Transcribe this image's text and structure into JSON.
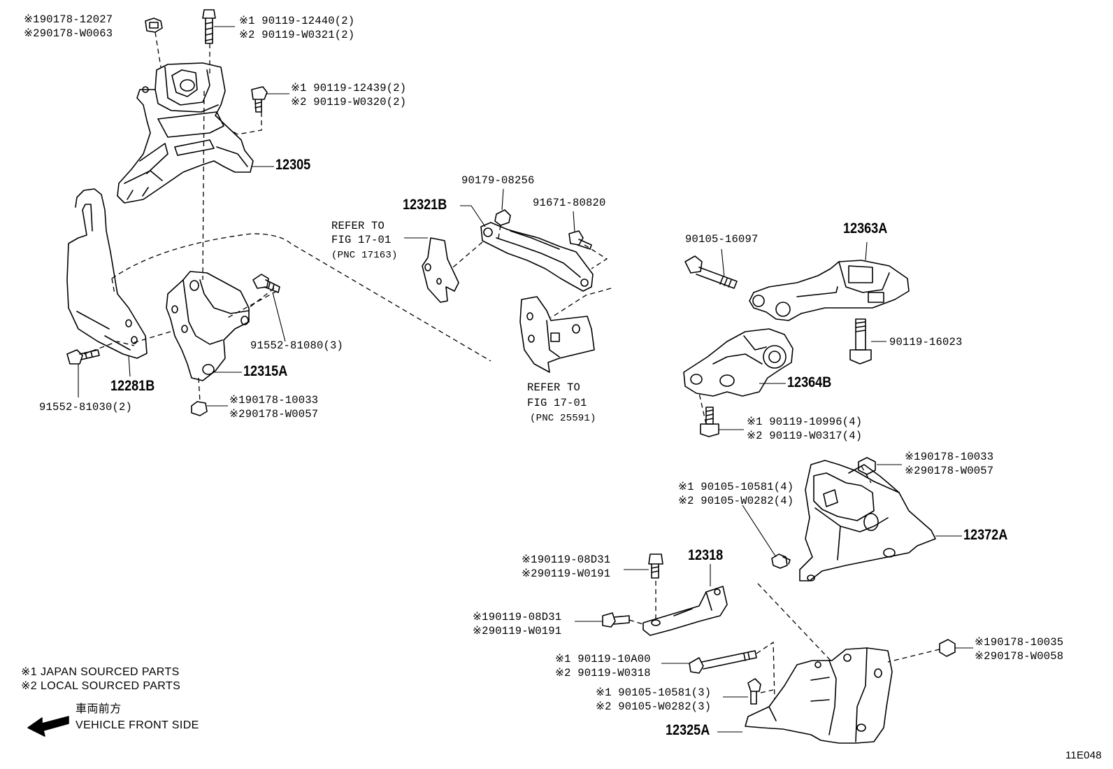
{
  "diagram_id": "11E048",
  "legend": {
    "japan": "※1 JAPAN SOURCED PARTS",
    "local": "※2 LOCAL SOURCED PARTS",
    "front_jp": "車両前方",
    "front_en": "VEHICLE FRONT SIDE"
  },
  "labels": {
    "nut_top_1": "※190178-12027",
    "nut_top_2": "※290178-W0063",
    "bolt_top_1": "※1 90119-12440(2)",
    "bolt_top_2": "※2 90119-W0321(2)",
    "bolt_mid_1": "※1 90119-12439(2)",
    "bolt_mid_2": "※2 90119-W0320(2)",
    "mount_12305": "12305",
    "bolt_91552_81080": "91552-81080(3)",
    "bracket_12315a": "12315A",
    "bracket_12281b": "12281B",
    "bolt_91552_81030": "91552-81030(2)",
    "nut_low_1": "※190178-10033",
    "nut_low_2": "※290178-W0057",
    "nut_90179": "90179-08256",
    "bracket_12321b": "12321B",
    "bolt_91671": "91671-80820",
    "refer1_a": "REFER TO",
    "refer1_b": "FIG 17-01",
    "refer1_c": "(PNC 17163)",
    "refer2_a": "REFER TO",
    "refer2_b": "FIG 17-01",
    "refer2_c": "(PNC 25591)",
    "bolt_90105_16097": "90105-16097",
    "rod_12363a": "12363A",
    "bolt_90119_16023": "90119-16023",
    "bracket_12364b": "12364B",
    "bolt_10996_1": "※1 90119-10996(4)",
    "bolt_10996_2": "※2 90119-W0317(4)",
    "nut_r_1": "※190178-10033",
    "nut_r_2": "※290178-W0057",
    "bolt_10581_1": "※1 90105-10581(4)",
    "bolt_10581_2": "※2 90105-W0282(4)",
    "mount_12372a": "12372A",
    "bolt_08d31_a1": "※190119-08D31",
    "bolt_08d31_a2": "※290119-W0191",
    "bracket_12318": "12318",
    "bolt_08d31_b1": "※190119-08D31",
    "bolt_08d31_b2": "※290119-W0191",
    "bolt_10a00_1": "※1 90119-10A00",
    "bolt_10a00_2": "※2 90119-W0318",
    "bolt_10581b_1": "※1 90105-10581(3)",
    "bolt_10581b_2": "※2 90105-W0282(3)",
    "bracket_12325a": "12325A",
    "nut_10035_1": "※190178-10035",
    "nut_10035_2": "※290178-W0058"
  }
}
